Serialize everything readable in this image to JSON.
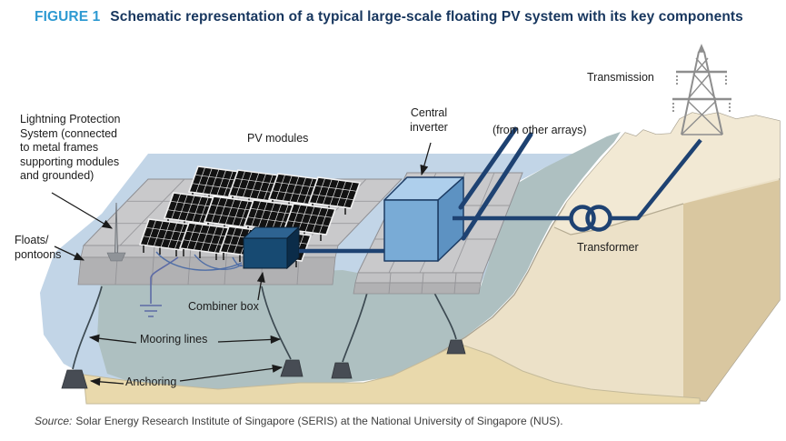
{
  "figure": {
    "tag": "FIGURE 1",
    "title": "Schematic representation of a typical large-scale floating PV system with its key components"
  },
  "labels": {
    "lightning_protection": [
      "Lightning Protection",
      "System (connected",
      "to metal frames",
      "supporting modules",
      "and grounded)"
    ],
    "floats": [
      "Floats/",
      "pontoons"
    ],
    "pv_modules": "PV modules",
    "central_inverter": [
      "Central",
      "inverter"
    ],
    "from_other_arrays": "(from other arrays)",
    "transmission": "Transmission",
    "transformer": "Transformer",
    "combiner_box": "Combiner box",
    "mooring_lines": "Mooring lines",
    "anchoring": "Anchoring"
  },
  "source": {
    "prefix": "Source:",
    "text": "Solar Energy Research Institute of Singapore (SERIS) at the National University of Singapore (NUS)."
  },
  "colors": {
    "figure_tag_blue": "#2e9ad2",
    "title_navy": "#17365e",
    "water_surface": "#c2d5e7",
    "underwater": "#aec0c1",
    "sand": "#e9d9ac",
    "land_front": "#ece1c8",
    "land_plateau": "#f2e9d4",
    "land_side": "#d9c7a0",
    "pontoon_gray": "#c9c9cb",
    "inverter_blue": "#79abd6",
    "combiner_navy": "#174a72",
    "cable_navy": "#1e4272",
    "tower_gray": "#8e8e8e"
  }
}
